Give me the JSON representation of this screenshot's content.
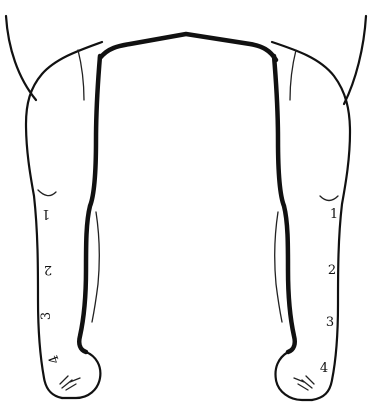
{
  "diagram": {
    "left_leg_markers": [
      "1",
      "2",
      "3",
      "4"
    ],
    "right_leg_markers": [
      "1",
      "2",
      "3",
      "4"
    ],
    "colors": {
      "background": "#ffffff",
      "line": "#111111"
    }
  }
}
